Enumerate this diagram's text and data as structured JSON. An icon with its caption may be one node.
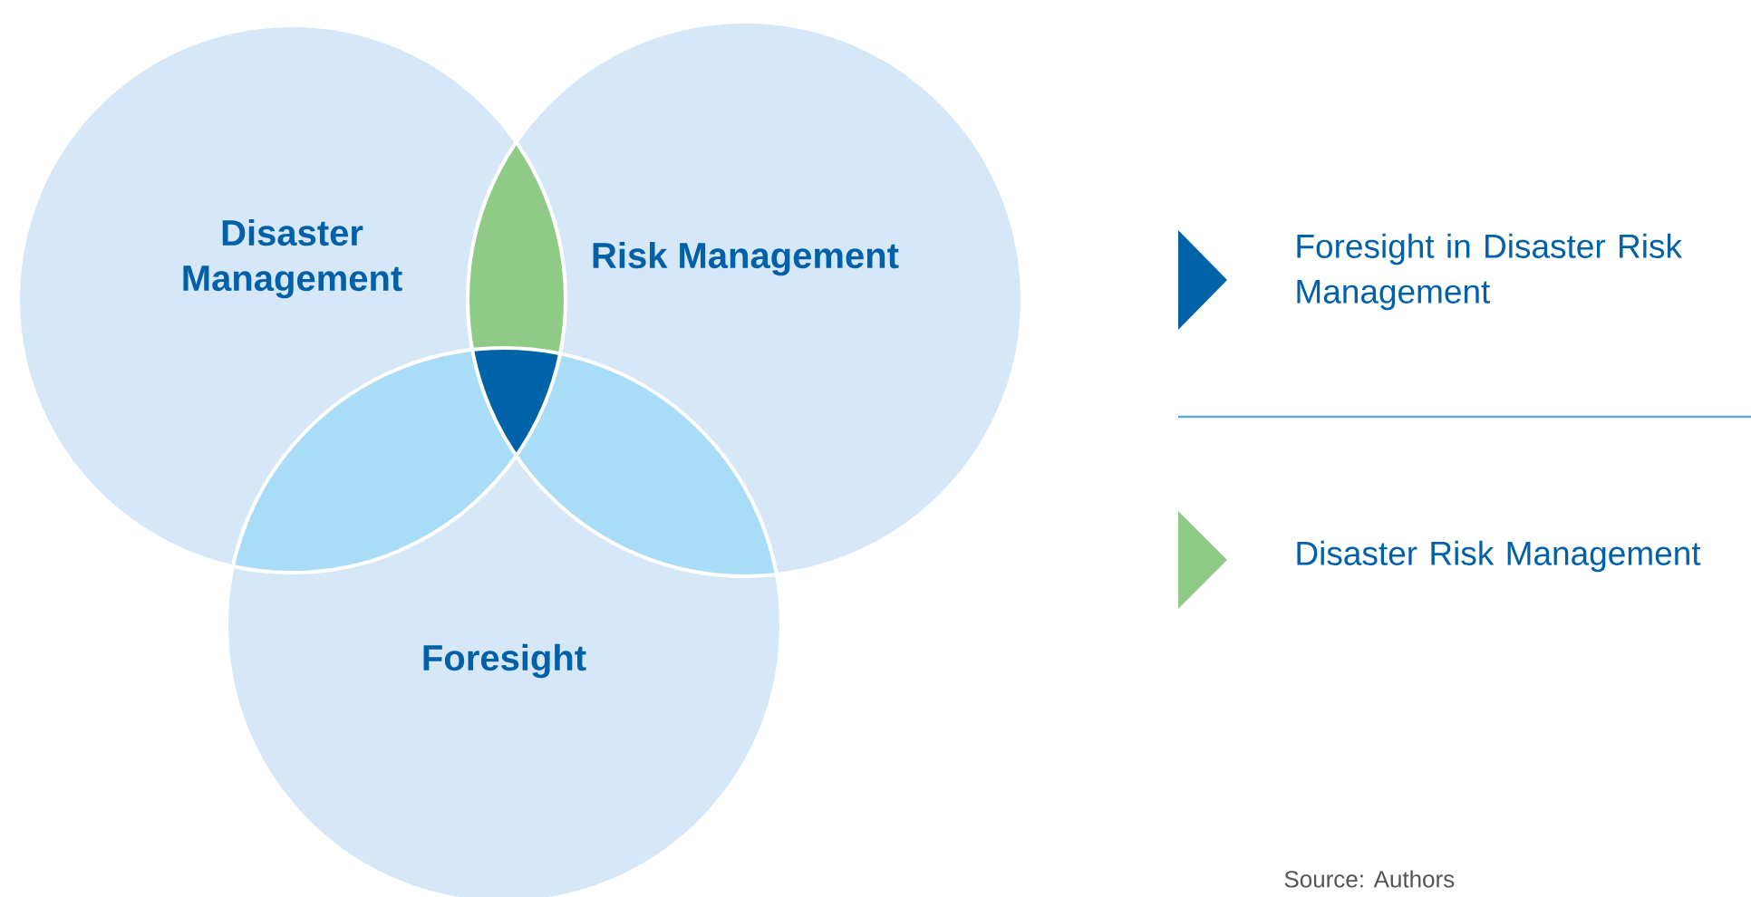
{
  "diagram": {
    "nodes": [
      {
        "text": [
          "Disaster Management"
        ]
      },
      {
        "text": [
          "Risk Management"
        ]
      },
      {
        "text": [
          "Foresight"
        ]
      }
    ],
    "legend": [
      {
        "text": "Foresight in Disaster Risk Management",
        "color": "#0063a8"
      },
      {
        "text": "Disaster Risk Management",
        "color": "#8fcb87"
      }
    ],
    "labels": [
      "Source: Authors"
    ]
  }
}
